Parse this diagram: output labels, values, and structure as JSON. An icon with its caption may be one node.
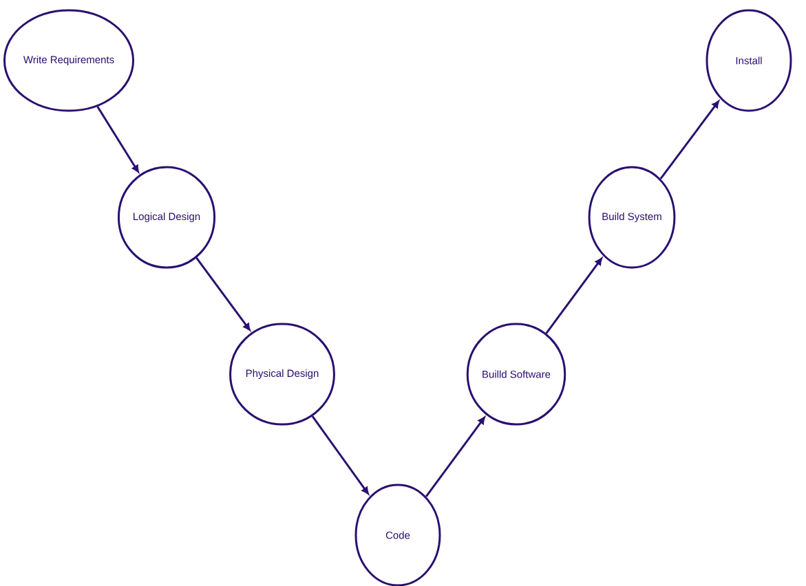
{
  "diagram": {
    "nodes": [
      {
        "text": [
          "Write Requirements"
        ]
      },
      {
        "text": [
          "Logical Design"
        ]
      },
      {
        "text": [
          "Physical Design"
        ]
      },
      {
        "text": [
          "Code"
        ]
      },
      {
        "text": [
          "Builld Software"
        ]
      },
      {
        "text": [
          "Build System"
        ]
      },
      {
        "text": [
          "Install"
        ]
      }
    ],
    "edges": [
      {
        "from": 0,
        "to": 1,
        "arrow": "to"
      },
      {
        "from": 1,
        "to": 2,
        "arrow": "to"
      },
      {
        "from": 2,
        "to": 3,
        "arrow": "to"
      },
      {
        "from": 3,
        "to": 4,
        "arrow": "to"
      },
      {
        "from": 4,
        "to": 5,
        "arrow": "to"
      },
      {
        "from": 5,
        "to": 6,
        "arrow": "to"
      }
    ]
  }
}
